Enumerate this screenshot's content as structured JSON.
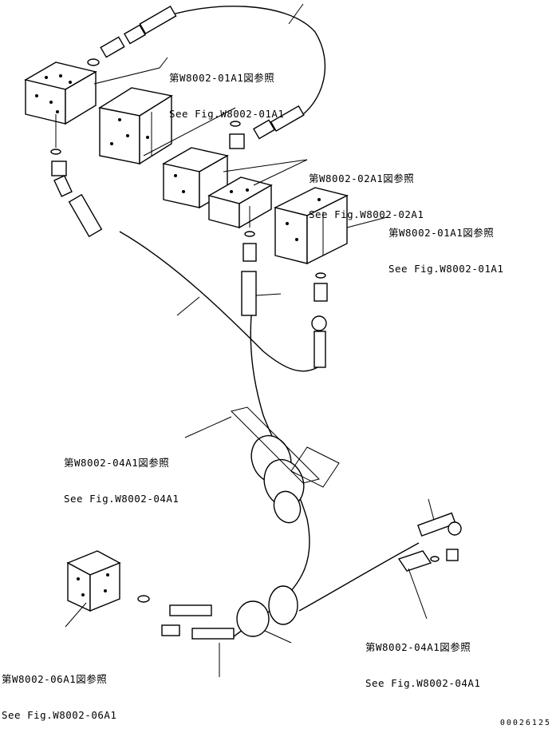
{
  "callouts": [
    {
      "id": "ref-01a1-top",
      "jp": "第W8002-01A1図参照",
      "en": "See Fig.W8002-01A1"
    },
    {
      "id": "ref-02a1",
      "jp": "第W8002-02A1図参照",
      "en": "See Fig.W8002-02A1"
    },
    {
      "id": "ref-01a1-right",
      "jp": "第W8002-01A1図参照",
      "en": "See Fig.W8002-01A1"
    },
    {
      "id": "ref-04a1-left",
      "jp": "第W8002-04A1図参照",
      "en": "See Fig.W8002-04A1"
    },
    {
      "id": "ref-04a1-right",
      "jp": "第W8002-04A1図参照",
      "en": "See Fig.W8002-04A1"
    },
    {
      "id": "ref-06a1",
      "jp": "第W8002-06A1図参照",
      "en": "See Fig.W8002-06A1"
    }
  ],
  "document_number": "00026125"
}
